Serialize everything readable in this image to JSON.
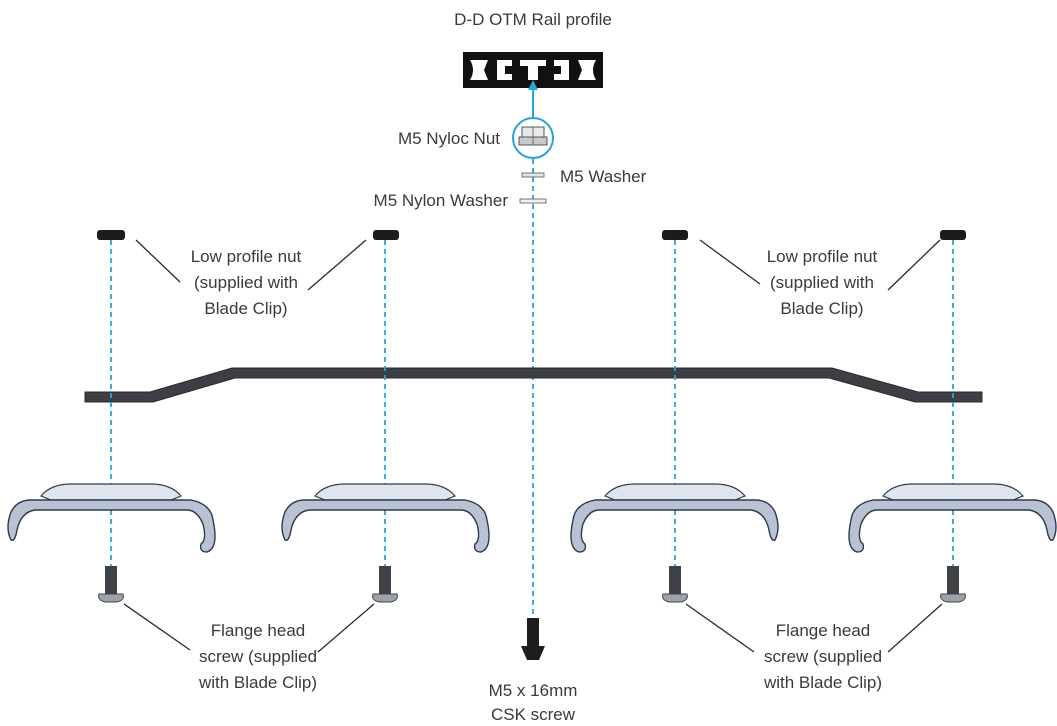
{
  "labels": {
    "rail_profile": "D-D OTM Rail profile",
    "nyloc_nut": "M5 Nyloc Nut",
    "washer": "M5 Washer",
    "nylon_washer": "M5 Nylon Washer",
    "low_profile_nut_left": [
      "Low profile nut",
      "(supplied with",
      "Blade Clip)"
    ],
    "low_profile_nut_right": [
      "Low profile nut",
      "(supplied with",
      "Blade Clip)"
    ],
    "flange_screw_left": [
      "Flange head",
      "screw (supplied",
      "with Blade Clip)"
    ],
    "flange_screw_right": [
      "Flange head",
      "screw (supplied",
      "with Blade Clip)"
    ],
    "csk_screw": [
      "M5 x 16mm",
      "CSK screw"
    ]
  },
  "colors": {
    "assembly_axis": "#2aa3d8",
    "bracket": "#3d3f44",
    "clip": "#b9c2d2",
    "rail": "#111111"
  }
}
